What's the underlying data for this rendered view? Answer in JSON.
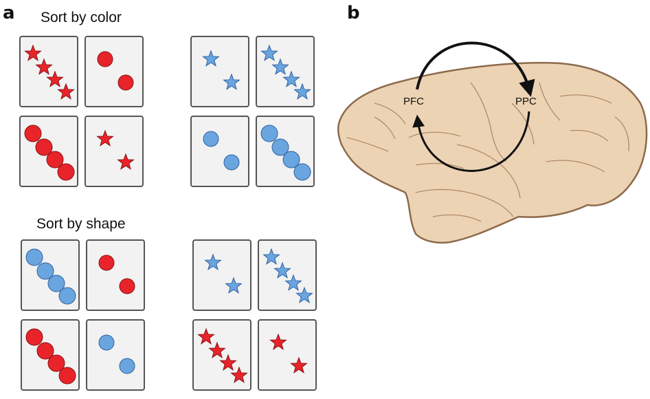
{
  "panel_a": {
    "letter": "a",
    "sections": [
      {
        "title": "Sort by color",
        "groups": [
          {
            "cards": [
              {
                "shape": "star",
                "color": "red",
                "count": 4
              },
              {
                "shape": "circle",
                "color": "red",
                "count": 2
              },
              {
                "shape": "circle",
                "color": "red",
                "count": 4
              },
              {
                "shape": "star",
                "color": "red",
                "count": 2
              }
            ]
          },
          {
            "cards": [
              {
                "shape": "star",
                "color": "blue",
                "count": 2
              },
              {
                "shape": "star",
                "color": "blue",
                "count": 4
              },
              {
                "shape": "circle",
                "color": "blue",
                "count": 2
              },
              {
                "shape": "circle",
                "color": "blue",
                "count": 4
              }
            ]
          }
        ]
      },
      {
        "title": "Sort by shape",
        "groups": [
          {
            "cards": [
              {
                "shape": "circle",
                "color": "blue",
                "count": 4
              },
              {
                "shape": "circle",
                "color": "red",
                "count": 2
              },
              {
                "shape": "circle",
                "color": "red",
                "count": 4
              },
              {
                "shape": "circle",
                "color": "blue",
                "count": 2
              }
            ]
          },
          {
            "cards": [
              {
                "shape": "star",
                "color": "blue",
                "count": 2
              },
              {
                "shape": "star",
                "color": "blue",
                "count": 4
              },
              {
                "shape": "star",
                "color": "red",
                "count": 4
              },
              {
                "shape": "star",
                "color": "red",
                "count": 2
              }
            ]
          }
        ]
      }
    ]
  },
  "panel_b": {
    "letter": "b",
    "regions": {
      "left": "PFC",
      "right": "PPC"
    },
    "arrow_directions": [
      "PFC to PPC (top arc)",
      "PPC to PFC (bottom arc)"
    ]
  },
  "colors": {
    "red": "#e8242a",
    "red_stroke": "#8a1316",
    "blue": "#6aa5df",
    "blue_stroke": "#2f62a0",
    "card_bg": "#f2f2f2",
    "card_border": "#555555",
    "brain_fill": "#ecd3b4",
    "brain_stroke": "#8c6a4b"
  }
}
